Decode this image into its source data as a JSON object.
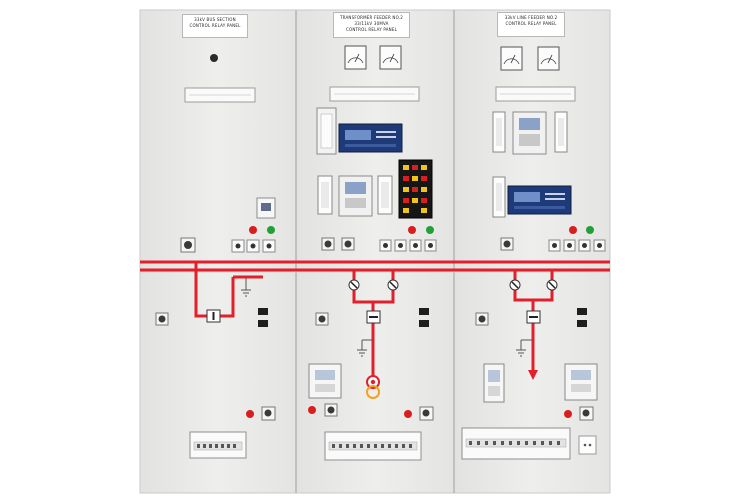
{
  "colors": {
    "panel": "#ebebea",
    "panel_shadow": "#cfcfcd",
    "mimic_bus": "#e2202b",
    "relay_blue": "#1e3a78",
    "indicator_red": "#d81e1e",
    "indicator_green": "#21a038",
    "indicator_yellow": "#f0c419",
    "breaker_amber": "#f2a21b"
  },
  "panels": [
    {
      "label_line1": "33kV BUS SECTION",
      "label_line2": "CONTROL RELAY PANEL",
      "label_line3": ""
    },
    {
      "label_line1": "TRANSFORMER FEEDER NO.2",
      "label_line2": "33/11kV 30MVA",
      "label_line3": "CONTROL RELAY PANEL"
    },
    {
      "label_line1": "33kV LINE FEEDER NO.2",
      "label_line2": "CONTROL RELAY PANEL",
      "label_line3": ""
    }
  ],
  "icons": {
    "bus_mimic": "red-single-line-mimic",
    "meter": "analog-meter-icon",
    "relay": "protection-relay-icon",
    "switch": "selector-switch-icon",
    "lamp": "indicator-lamp-icon",
    "breaker": "circuit-breaker-symbol",
    "earth": "earth-switch-symbol"
  }
}
